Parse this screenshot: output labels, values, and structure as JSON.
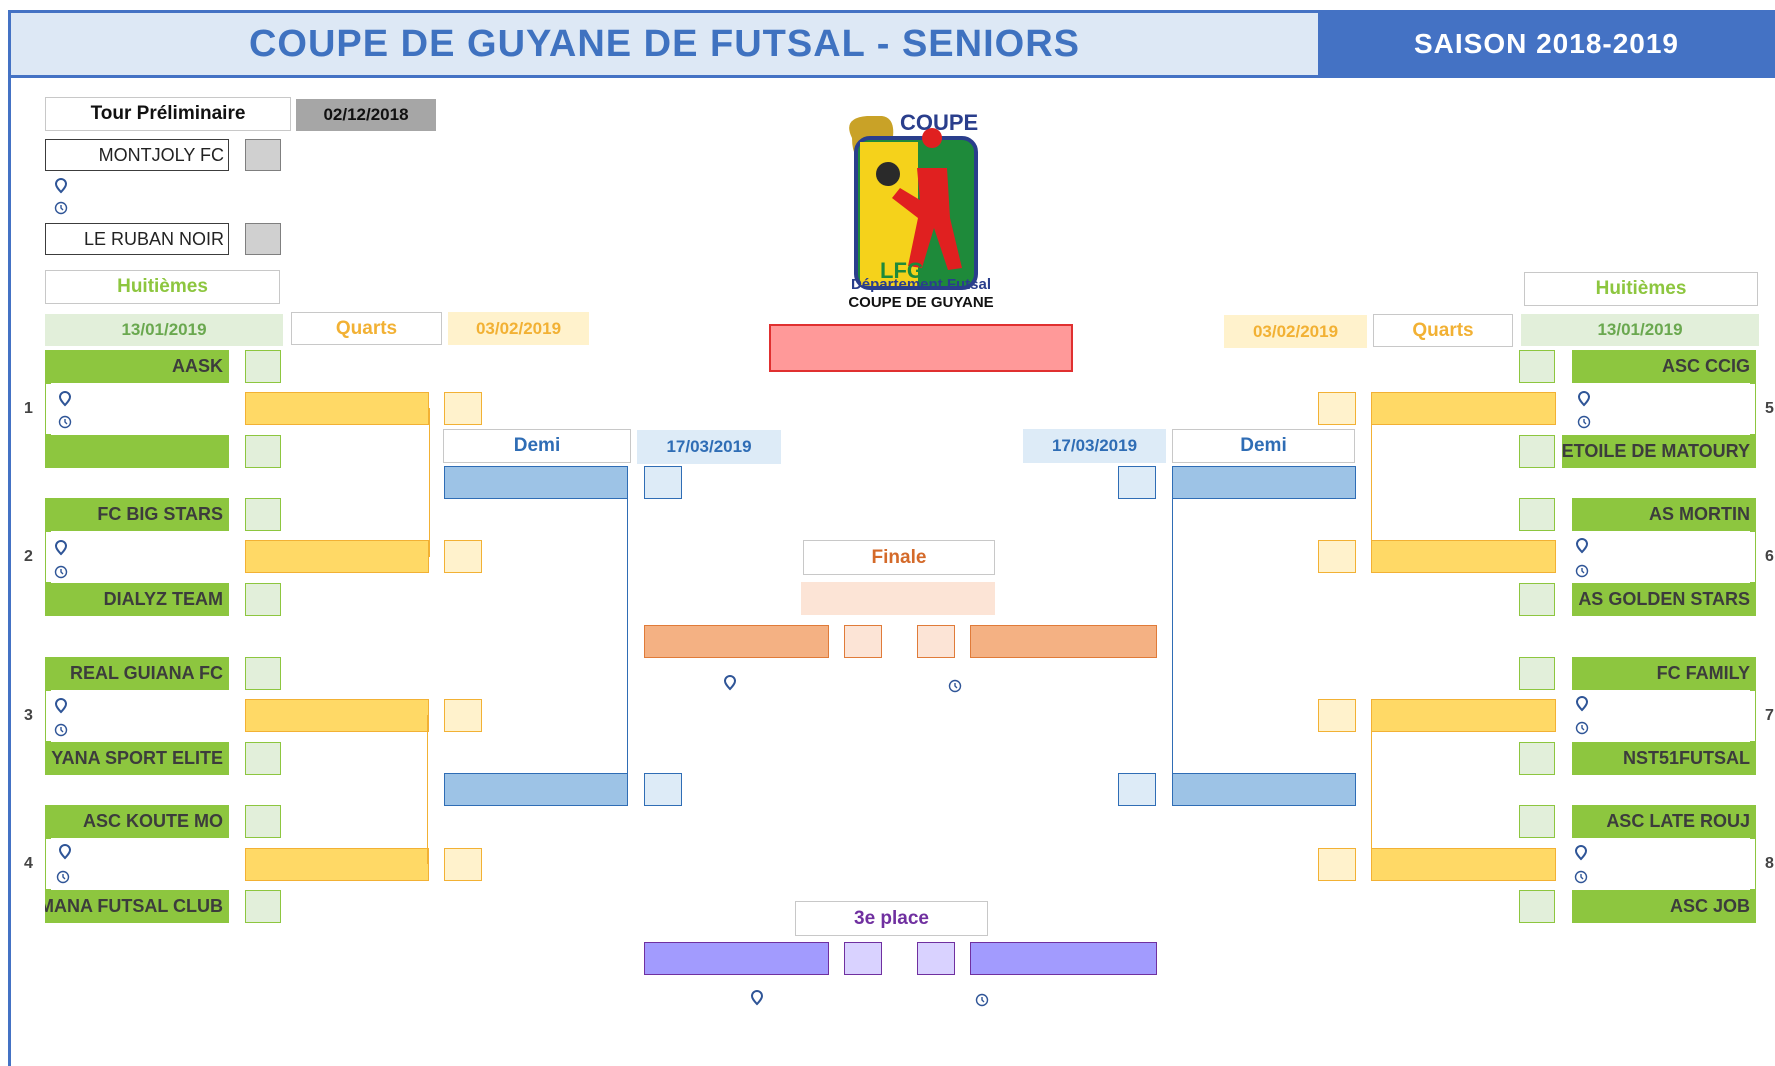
{
  "header": {
    "title": "COUPE DE GUYANE DE FUTSAL - SENIORS",
    "season": "SAISON 2018-2019"
  },
  "preliminary": {
    "label": "Tour Préliminaire",
    "date": "02/12/2018",
    "team_a": "MONTJOLY FC",
    "team_b": "LE RUBAN NOIR"
  },
  "logo": {
    "coupe": "COUPE",
    "lfg": "LFG",
    "dept": "Département Futsal",
    "cup": "COUPE DE GUYANE"
  },
  "rounds": {
    "huitiemes": "Huitièmes",
    "quarts": "Quarts",
    "demi": "Demi",
    "finale": "Finale",
    "third": "3e place"
  },
  "dates": {
    "huitiemes": "13/01/2019",
    "quarts": "03/02/2019",
    "demi": "17/03/2019"
  },
  "left_matches": [
    {
      "num": "1",
      "team_a": "AASK",
      "team_b": ""
    },
    {
      "num": "2",
      "team_a": "FC BIG STARS",
      "team_b": "DIALYZ TEAM"
    },
    {
      "num": "3",
      "team_a": "REAL GUIANA FC",
      "team_b": "YANA SPORT ELITE"
    },
    {
      "num": "4",
      "team_a": "ASC KOUTE MO",
      "team_b": "MANA FUTSAL CLUB"
    }
  ],
  "right_matches": [
    {
      "num": "5",
      "team_a": "ASC CCIG",
      "team_b": "ETOILE DE MATOURY"
    },
    {
      "num": "6",
      "team_a": "AS MORTIN",
      "team_b": "AS GOLDEN STARS"
    },
    {
      "num": "7",
      "team_a": "FC FAMILY",
      "team_b": "NST51FUTSAL"
    },
    {
      "num": "8",
      "team_a": "ASC LATE ROUJ",
      "team_b": "ASC JOB"
    }
  ],
  "icons": {
    "pin": "location-pin-icon",
    "clock": "clock-icon"
  },
  "colors": {
    "header_blue": "#4472c4",
    "huitiemes_green": "#8dc63f",
    "quarts_yellow": "#ffd966",
    "demi_blue": "#9dc3e6",
    "finale_orange": "#f4b183",
    "third_purple": "#a29bfe",
    "winner_red": "#ff9999"
  }
}
